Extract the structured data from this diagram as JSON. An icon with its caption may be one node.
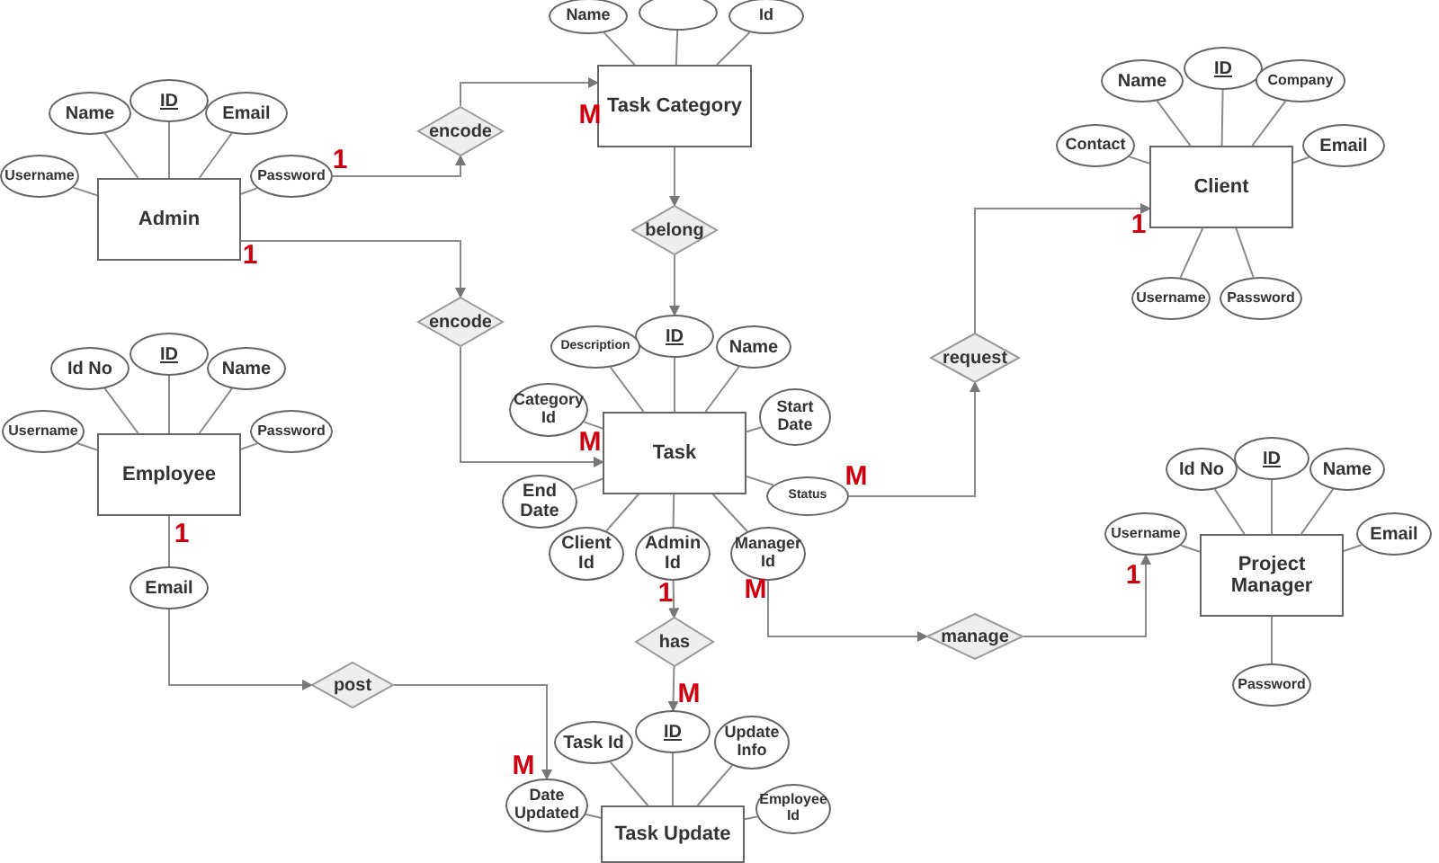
{
  "diagram": {
    "nodes": [
      {
        "text": [
          "Name"
        ]
      },
      {
        "text": [],
        "shape": "ellipse"
      },
      {
        "text": [
          "Id"
        ]
      },
      {
        "text": [
          "Task Category"
        ]
      },
      {
        "text": [
          "ID"
        ]
      },
      {
        "text": [
          "Name"
        ]
      },
      {
        "text": [
          "Company"
        ]
      },
      {
        "text": [
          "ID"
        ]
      },
      {
        "text": [
          "Name"
        ]
      },
      {
        "text": [
          "Email"
        ]
      },
      {
        "text": [
          "encode"
        ]
      },
      {
        "text": [
          "Contact"
        ]
      },
      {
        "text": [
          "Email"
        ]
      },
      {
        "text": [
          "Username"
        ]
      },
      {
        "text": [
          "Password"
        ]
      },
      {
        "text": [
          "Client"
        ]
      },
      {
        "text": [
          "Admin"
        ]
      },
      {
        "text": [
          "belong"
        ]
      },
      {
        "text": [
          "Username"
        ]
      },
      {
        "text": [
          "Password"
        ]
      },
      {
        "text": [
          "encode"
        ]
      },
      {
        "text": [
          "ID"
        ]
      },
      {
        "text": [
          "Description"
        ]
      },
      {
        "text": [
          "Name"
        ]
      },
      {
        "text": [
          "ID"
        ]
      },
      {
        "text": [
          "request"
        ]
      },
      {
        "text": [
          "Id No"
        ]
      },
      {
        "text": [
          "Name"
        ]
      },
      {
        "text": [
          "Category Id"
        ]
      },
      {
        "text": [
          "Start Date"
        ]
      },
      {
        "text": [
          "Username"
        ]
      },
      {
        "text": [
          "Password"
        ]
      },
      {
        "text": [
          "Task"
        ]
      },
      {
        "text": [
          "Employee"
        ]
      },
      {
        "text": [
          "ID"
        ]
      },
      {
        "text": [
          "Id No"
        ]
      },
      {
        "text": [
          "Name"
        ]
      },
      {
        "text": [
          "End Date"
        ]
      },
      {
        "text": [
          "Status"
        ]
      },
      {
        "text": [
          "Username"
        ]
      },
      {
        "text": [
          "Email"
        ]
      },
      {
        "text": [
          "Client Id"
        ]
      },
      {
        "text": [
          "Admin Id"
        ]
      },
      {
        "text": [
          "Manager Id"
        ]
      },
      {
        "text": [
          "Project Manager"
        ]
      },
      {
        "text": [
          "Email"
        ]
      },
      {
        "text": [
          "has"
        ]
      },
      {
        "text": [
          "manage"
        ]
      },
      {
        "text": [
          "post"
        ]
      },
      {
        "text": [
          "Password"
        ]
      },
      {
        "text": [
          "ID"
        ]
      },
      {
        "text": [
          "Task Id"
        ]
      },
      {
        "text": [
          "Update Info"
        ]
      },
      {
        "text": [
          "Date Updated"
        ]
      },
      {
        "text": [
          "Employee Id"
        ]
      },
      {
        "text": [
          "Task Update"
        ]
      }
    ],
    "edges": [
      {
        "from": 14,
        "to": 10,
        "arrow": "to"
      },
      {
        "from": 10,
        "to": 3,
        "arrow": "to"
      },
      {
        "from": 16,
        "to": 20,
        "arrow": "to"
      },
      {
        "from": 20,
        "to": 32,
        "arrow": "to"
      },
      {
        "from": 3,
        "to": 17,
        "arrow": "to"
      },
      {
        "from": 17,
        "to": 21,
        "arrow": "to"
      },
      {
        "from": 38,
        "to": 25,
        "arrow": "to"
      },
      {
        "from": 25,
        "to": 15,
        "arrow": "to"
      },
      {
        "from": 42,
        "to": 46,
        "arrow": "to"
      },
      {
        "from": 46,
        "to": 50,
        "arrow": "to"
      },
      {
        "from": 43,
        "to": 47,
        "arrow": "to"
      },
      {
        "from": 47,
        "to": 39,
        "arrow": "to"
      },
      {
        "from": 45,
        "to": 48,
        "arrow": "to"
      },
      {
        "from": 48,
        "to": 53,
        "arrow": "to"
      },
      {
        "from": 3,
        "to": 0,
        "arrow": "none"
      },
      {
        "from": 3,
        "to": 1,
        "arrow": "none"
      },
      {
        "from": 3,
        "to": 2,
        "arrow": "none"
      },
      {
        "from": 15,
        "to": 4,
        "arrow": "none"
      },
      {
        "from": 15,
        "to": 5,
        "arrow": "none"
      },
      {
        "from": 15,
        "to": 6,
        "arrow": "none"
      },
      {
        "from": 15,
        "to": 11,
        "arrow": "none"
      },
      {
        "from": 15,
        "to": 12,
        "arrow": "none"
      },
      {
        "from": 15,
        "to": 18,
        "arrow": "none"
      },
      {
        "from": 15,
        "to": 19,
        "arrow": "none"
      },
      {
        "from": 16,
        "to": 7,
        "arrow": "none"
      },
      {
        "from": 16,
        "to": 8,
        "arrow": "none"
      },
      {
        "from": 16,
        "to": 9,
        "arrow": "none"
      },
      {
        "from": 16,
        "to": 13,
        "arrow": "none"
      },
      {
        "from": 16,
        "to": 14,
        "arrow": "none"
      },
      {
        "from": 32,
        "to": 21,
        "arrow": "none"
      },
      {
        "from": 32,
        "to": 22,
        "arrow": "none"
      },
      {
        "from": 32,
        "to": 23,
        "arrow": "none"
      },
      {
        "from": 32,
        "to": 28,
        "arrow": "none"
      },
      {
        "from": 32,
        "to": 29,
        "arrow": "none"
      },
      {
        "from": 32,
        "to": 37,
        "arrow": "none"
      },
      {
        "from": 32,
        "to": 38,
        "arrow": "none"
      },
      {
        "from": 32,
        "to": 41,
        "arrow": "none"
      },
      {
        "from": 32,
        "to": 42,
        "arrow": "none"
      },
      {
        "from": 32,
        "to": 43,
        "arrow": "none"
      },
      {
        "from": 33,
        "to": 24,
        "arrow": "none"
      },
      {
        "from": 33,
        "to": 26,
        "arrow": "none"
      },
      {
        "from": 33,
        "to": 27,
        "arrow": "none"
      },
      {
        "from": 33,
        "to": 30,
        "arrow": "none"
      },
      {
        "from": 33,
        "to": 31,
        "arrow": "none"
      },
      {
        "from": 33,
        "to": 45,
        "arrow": "none"
      },
      {
        "from": 44,
        "to": 34,
        "arrow": "none"
      },
      {
        "from": 44,
        "to": 35,
        "arrow": "none"
      },
      {
        "from": 44,
        "to": 36,
        "arrow": "none"
      },
      {
        "from": 44,
        "to": 39,
        "arrow": "none"
      },
      {
        "from": 44,
        "to": 40,
        "arrow": "none"
      },
      {
        "from": 44,
        "to": 49,
        "arrow": "none"
      },
      {
        "from": 55,
        "to": 50,
        "arrow": "none"
      },
      {
        "from": 55,
        "to": 51,
        "arrow": "none"
      },
      {
        "from": 55,
        "to": 52,
        "arrow": "none"
      },
      {
        "from": 55,
        "to": 53,
        "arrow": "none"
      },
      {
        "from": 55,
        "to": 54,
        "arrow": "none"
      }
    ],
    "labels": [
      "M",
      "1",
      "1",
      "1",
      "M",
      "M",
      "1",
      "1",
      "M",
      "1",
      "M",
      "M"
    ]
  }
}
